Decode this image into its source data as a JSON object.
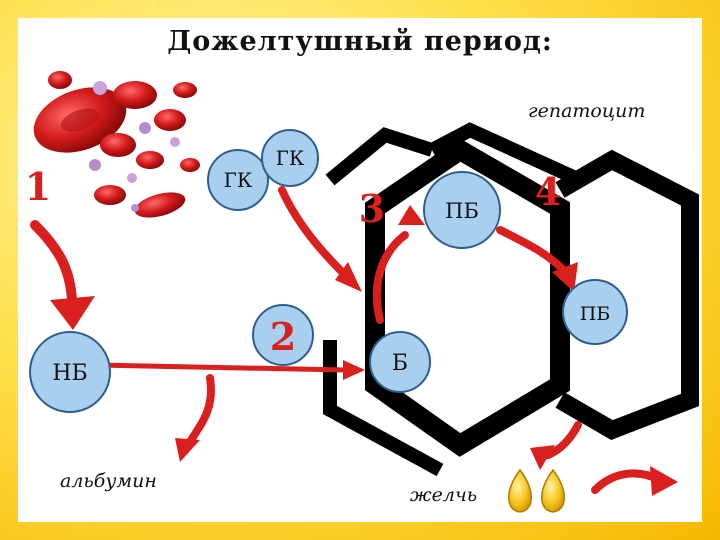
{
  "title": "Дожелтушный период:",
  "labels": {
    "hepatocyte": "гепатоцит",
    "albumin": "альбумин",
    "bile": "желчь"
  },
  "nodes": {
    "gk1": "ГК",
    "gk2": "ГК",
    "nb": "НБ",
    "b": "Б",
    "pb1": "ПБ",
    "pb2": "ПБ"
  },
  "steps": {
    "s1": "1",
    "s2": "2",
    "s3": "3",
    "s4": "4"
  },
  "colors": {
    "circle_fill": "#a9cfee",
    "circle_stroke": "#2d5f8e",
    "arrow": "#d9201e",
    "step_number": "#d9201e",
    "frame": "#ffd633"
  }
}
